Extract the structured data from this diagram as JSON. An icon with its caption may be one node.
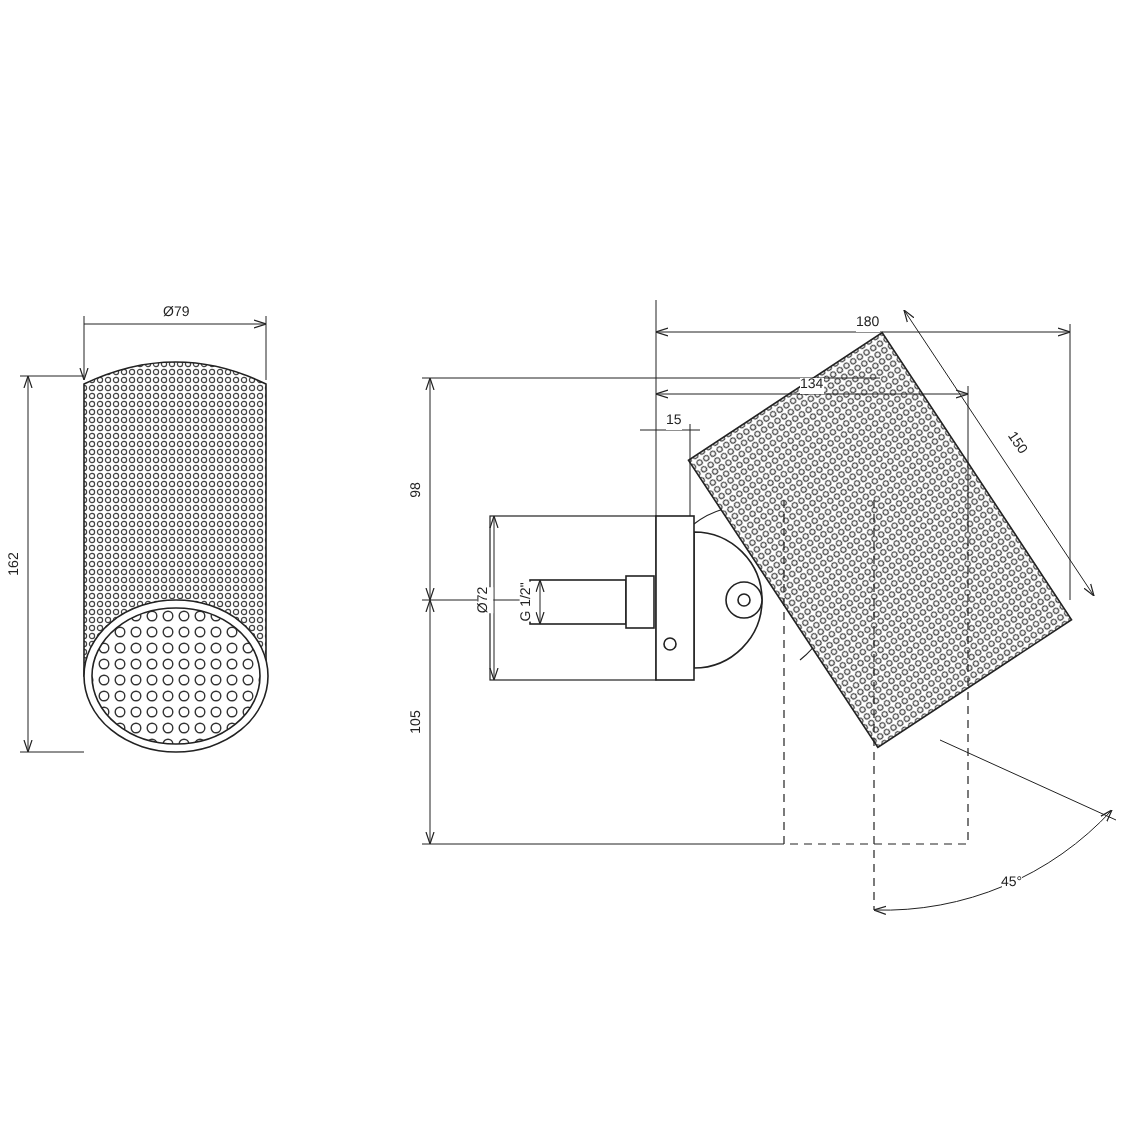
{
  "diagram": {
    "labels": [
      "180",
      "Ø79",
      "134",
      "15",
      "150",
      "98",
      "162",
      "Ø72",
      "G 1/2\"",
      "105",
      "45°"
    ]
  }
}
